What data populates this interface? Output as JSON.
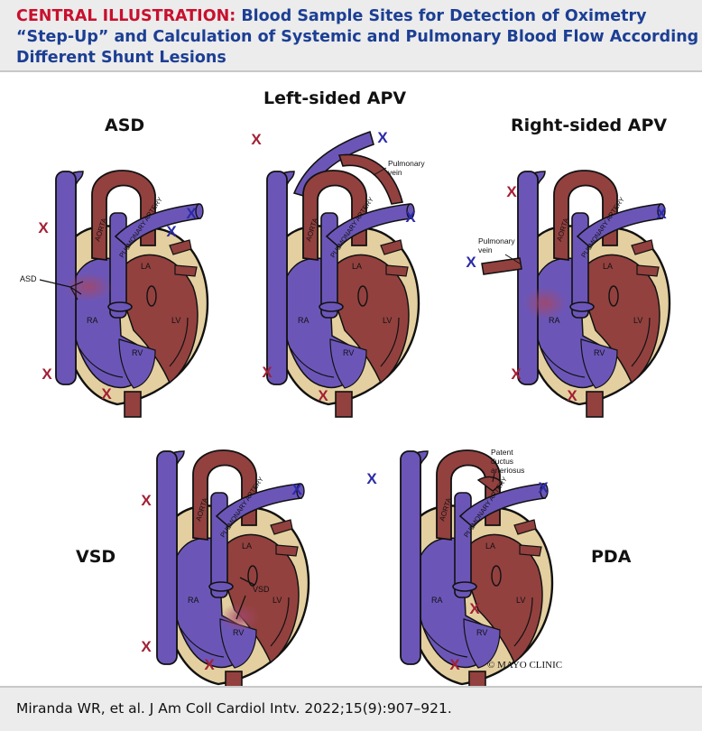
{
  "header": {
    "label": "CENTRAL ILLUSTRATION:",
    "title_line1": "Blood Sample Sites for Detection of Oximetry",
    "title_line2": "“Step-Up” and Calculation of Systemic and Pulmonary Blood Flow According to",
    "title_line3": "Different Shunt Lesions",
    "colors": {
      "label": "#c8102e",
      "title": "#1c3f94"
    }
  },
  "panels": {
    "asd": {
      "title": "ASD",
      "annotation": "ASD"
    },
    "left_apv": {
      "title": "Left-sided APV",
      "annotation": "Pulmonary\nvein"
    },
    "right_apv": {
      "title": "Right-sided APV",
      "annotation": "Pulmonary\nvein"
    },
    "vsd": {
      "title": "VSD",
      "annotation": "VSD"
    },
    "pda": {
      "title": "PDA",
      "annotation": "Patent\nductus\narteriosus"
    }
  },
  "heart_labels": {
    "aorta": "AORTA",
    "pulmonary_artery": "PULMONARY ARTERY",
    "la": "LA",
    "ra": "RA",
    "lv": "LV",
    "rv": "RV"
  },
  "markers": {
    "glyph": "X",
    "systemic_color": "#a31f34",
    "pulmonary_color": "#2a2aa8"
  },
  "anatomy_colors": {
    "venous": "#6b56b8",
    "arterial": "#92413f",
    "muscle": "#e4cfa0",
    "outline": "#111111"
  },
  "copyright": "© MAYO CLINIC",
  "citation": "Miranda WR, et al. J Am Coll Cardiol Intv. 2022;15(9):907–921."
}
